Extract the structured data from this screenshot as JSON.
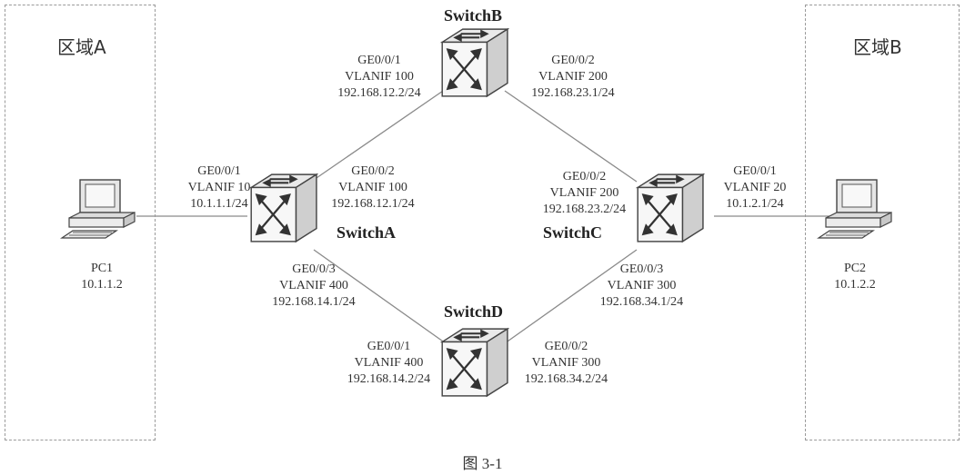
{
  "zones": {
    "a": {
      "title": "区域A"
    },
    "b": {
      "title": "区域B"
    }
  },
  "switches": {
    "A": {
      "name": "SwitchA"
    },
    "B": {
      "name": "SwitchB"
    },
    "C": {
      "name": "SwitchC"
    },
    "D": {
      "name": "SwitchD"
    }
  },
  "pcs": {
    "pc1": {
      "name": "PC1",
      "ip": "10.1.1.2"
    },
    "pc2": {
      "name": "PC2",
      "ip": "10.1.2.2"
    }
  },
  "interfaces": {
    "a_pc1": {
      "port": "GE0/0/1",
      "vlanif": "VLANIF 10",
      "ip": "10.1.1.1/24"
    },
    "a_b": {
      "port": "GE0/0/2",
      "vlanif": "VLANIF 100",
      "ip": "192.168.12.1/24"
    },
    "a_d": {
      "port": "GE0/0/3",
      "vlanif": "VLANIF 400",
      "ip": "192.168.14.1/24"
    },
    "b_a": {
      "port": "GE0/0/1",
      "vlanif": "VLANIF 100",
      "ip": "192.168.12.2/24"
    },
    "b_c": {
      "port": "GE0/0/2",
      "vlanif": "VLANIF 200",
      "ip": "192.168.23.1/24"
    },
    "c_b": {
      "port": "GE0/0/2",
      "vlanif": "VLANIF 200",
      "ip": "192.168.23.2/24"
    },
    "c_pc2": {
      "port": "GE0/0/1",
      "vlanif": "VLANIF 20",
      "ip": "10.1.2.1/24"
    },
    "c_d": {
      "port": "GE0/0/3",
      "vlanif": "VLANIF 300",
      "ip": "192.168.34.1/24"
    },
    "d_a": {
      "port": "GE0/0/1",
      "vlanif": "VLANIF 400",
      "ip": "192.168.14.2/24"
    },
    "d_c": {
      "port": "GE0/0/2",
      "vlanif": "VLANIF 300",
      "ip": "192.168.34.2/24"
    }
  },
  "caption": "图 3-1"
}
